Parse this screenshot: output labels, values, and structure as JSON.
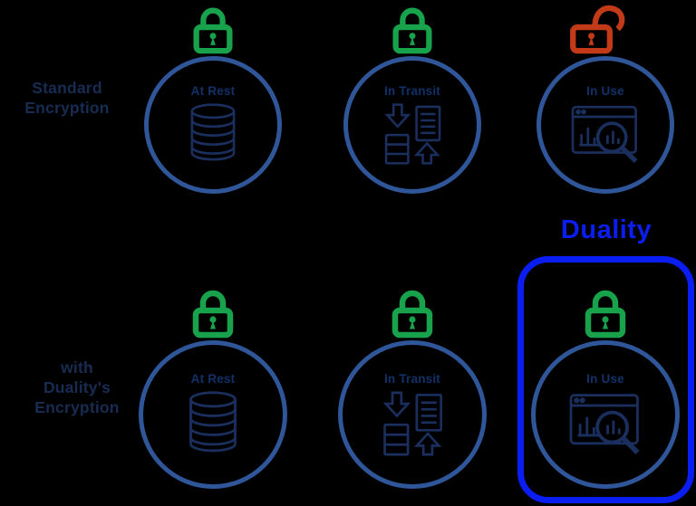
{
  "diagram": {
    "title_callout": "Duality",
    "background_color": "#000000",
    "accent_colors": {
      "locked_green": "#17A24B",
      "unlocked_red": "#C23A18",
      "circle_border_blue": "#30569A",
      "icon_navy": "#1B2F5E",
      "callout_blue": "#0A1EF2",
      "label_navy": "#182C52"
    },
    "rows": [
      {
        "name": "standard-encryption",
        "label_lines": [
          "Standard",
          "Encryption"
        ],
        "items": [
          {
            "state": "At Rest",
            "icon": "database-icon",
            "lock": "locked-green"
          },
          {
            "state": "In Transit",
            "icon": "data-transfer-icon",
            "lock": "locked-green"
          },
          {
            "state": "In Use",
            "icon": "data-analysis-icon",
            "lock": "unlocked-red"
          }
        ]
      },
      {
        "name": "duality-encryption",
        "label_lines": [
          "with",
          "Duality's",
          "Encryption"
        ],
        "callout_title": "Duality",
        "items": [
          {
            "state": "At Rest",
            "icon": "database-icon",
            "lock": "locked-green"
          },
          {
            "state": "In Transit",
            "icon": "data-transfer-icon",
            "lock": "locked-green"
          },
          {
            "state": "In Use",
            "icon": "data-analysis-icon",
            "lock": "locked-green",
            "highlighted": true
          }
        ]
      }
    ]
  }
}
